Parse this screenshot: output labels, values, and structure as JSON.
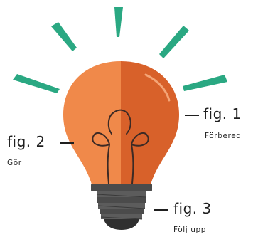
{
  "labels": {
    "fig1": {
      "title": "fig. 1",
      "caption": "Förbered"
    },
    "fig2": {
      "title": "fig. 2",
      "caption": "Gör"
    },
    "fig3": {
      "title": "fig. 3",
      "caption": "Följ upp"
    }
  },
  "colors": {
    "ray": "#2aa882",
    "bulb_light": "#f0894a",
    "bulb_dark": "#d8612a",
    "filament": "#3c2a25",
    "base": "#4b4b4b",
    "base_band": "#5c5c5c",
    "base_shadow": "#2f2f2f",
    "text": "#1f1f1f"
  },
  "icons": {
    "main": "lightbulb-icon"
  }
}
